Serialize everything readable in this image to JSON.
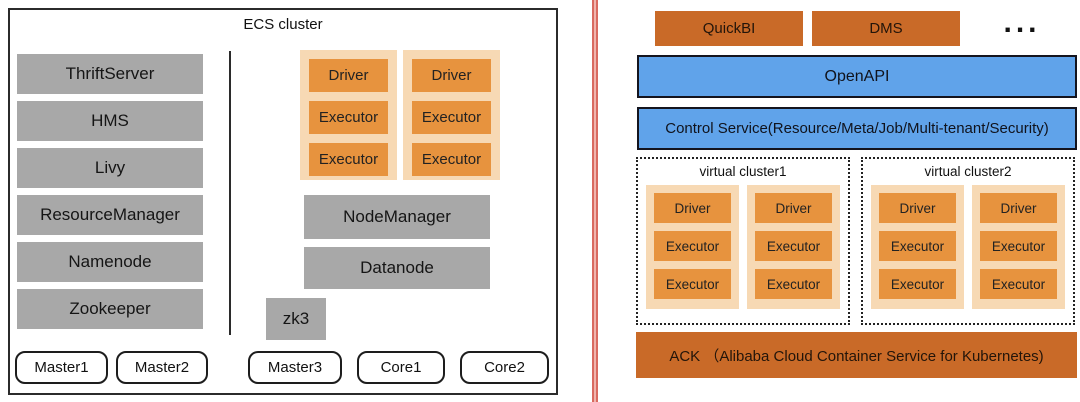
{
  "left_panel": {
    "title": "ECS cluster",
    "services": [
      "ThriftServer",
      "HMS",
      "Livy",
      "ResourceManager",
      "Namenode",
      "Zookeeper"
    ],
    "node_manager": "NodeManager",
    "datanode": "Datanode",
    "zk3": "zk3",
    "nodes": [
      "Master1",
      "Master2",
      "Master3",
      "Core1",
      "Core2"
    ]
  },
  "labels": {
    "driver": "Driver",
    "executor": "Executor"
  },
  "right_panel": {
    "apps": [
      "QuickBI",
      "DMS"
    ],
    "more": "...",
    "openapi": "OpenAPI",
    "control_service": "Control Service(Resource/Meta/Job/Multi-tenant/Security)",
    "virtual_clusters": [
      "virtual cluster1",
      "virtual cluster2"
    ],
    "ack": "ACK （Alibaba Cloud Container Service for Kubernetes)"
  },
  "colors": {
    "gray_box": "#a8a8a8",
    "stack_background": "#f7d9b4",
    "stack_box_orange": "#e7933e",
    "dark_orange": "#c96a28",
    "blue_bar": "#60a3ea",
    "divider_red": "#d96a60"
  }
}
